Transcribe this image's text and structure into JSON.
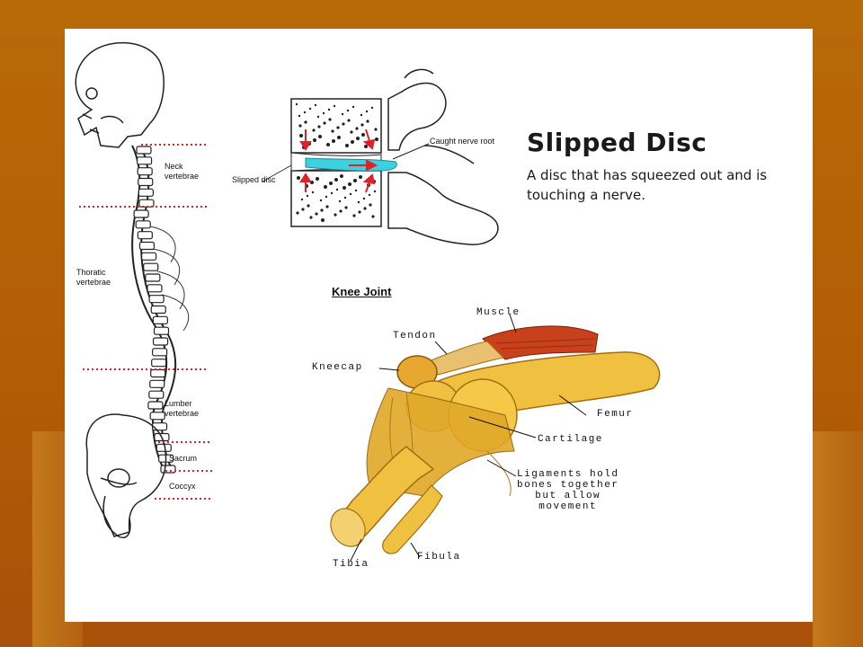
{
  "spine": {
    "labels": {
      "neck": "Neck\nvertebrae",
      "thoracic": "Thoratic\nvertebrae",
      "lumber": "Lumber\nvertebrae",
      "sacrum": "Sacrum",
      "coccyx": "Coccyx"
    }
  },
  "slipped_disc": {
    "title": "Slipped Disc",
    "description": "A disc that has squeezed out and is touching a nerve.",
    "label_disc": "Slipped disc",
    "label_nerve": "Caught nerve root"
  },
  "knee": {
    "title": "Knee Joint",
    "labels": {
      "muscle": "Muscle",
      "tendon": "Tendon",
      "kneecap": "Kneecap",
      "femur": "Femur",
      "cartilage": "Cartilage",
      "ligaments": "Ligaments hold\nbones together\nbut allow\nmovement",
      "tibia": "Tibia",
      "fibula": "Fibula"
    }
  },
  "colors": {
    "background": "#b86a08",
    "dotted_line": "#e0202a",
    "disc_highlight": "#3fd0e0",
    "bone": "#e8b030",
    "muscle": "#c8401c"
  }
}
